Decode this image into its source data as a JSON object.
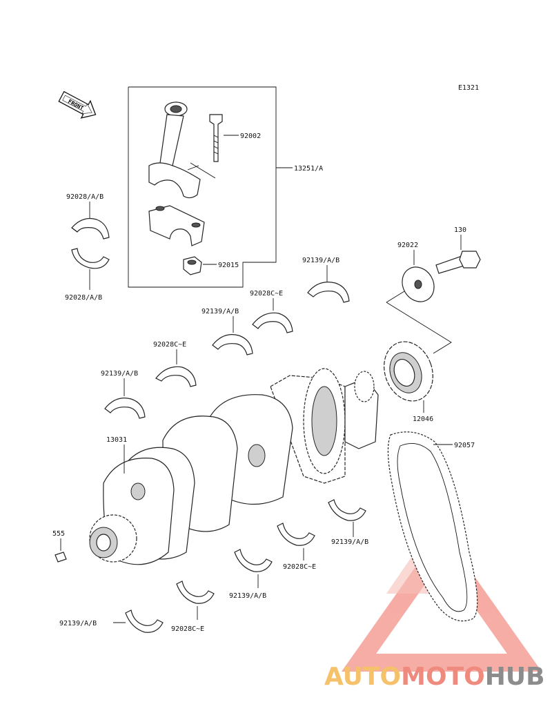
{
  "diagram_code": "E1321",
  "front_label": "FRONT",
  "labels": {
    "l92002": "92002",
    "l13251": "13251/A",
    "l92028_top": "92028/A/B",
    "l92028_bottom": "92028/A/B",
    "l92015": "92015",
    "l130": "130",
    "l92022": "92022",
    "l92139_a": "92139/A/B",
    "l92028c_a": "92028C~E",
    "l92139_b": "92139/A/B",
    "l92028c_b": "92028C~E",
    "l92139_c": "92139/A/B",
    "l12046": "12046",
    "l13031": "13031",
    "l92057": "92057",
    "l555": "555",
    "l92139_d": "92139/A/B",
    "l92028c_c": "92028C~E",
    "l92139_e": "92139/A/B",
    "l92028c_d": "92028C~E",
    "l92139_f": "92139/A/B"
  },
  "watermark": {
    "part1": "AUTO",
    "part2": "MOTO",
    "part3": "HUB",
    "color1": "#f5c16a",
    "color2": "#ef8a7e",
    "color3": "#8c8c8c"
  }
}
